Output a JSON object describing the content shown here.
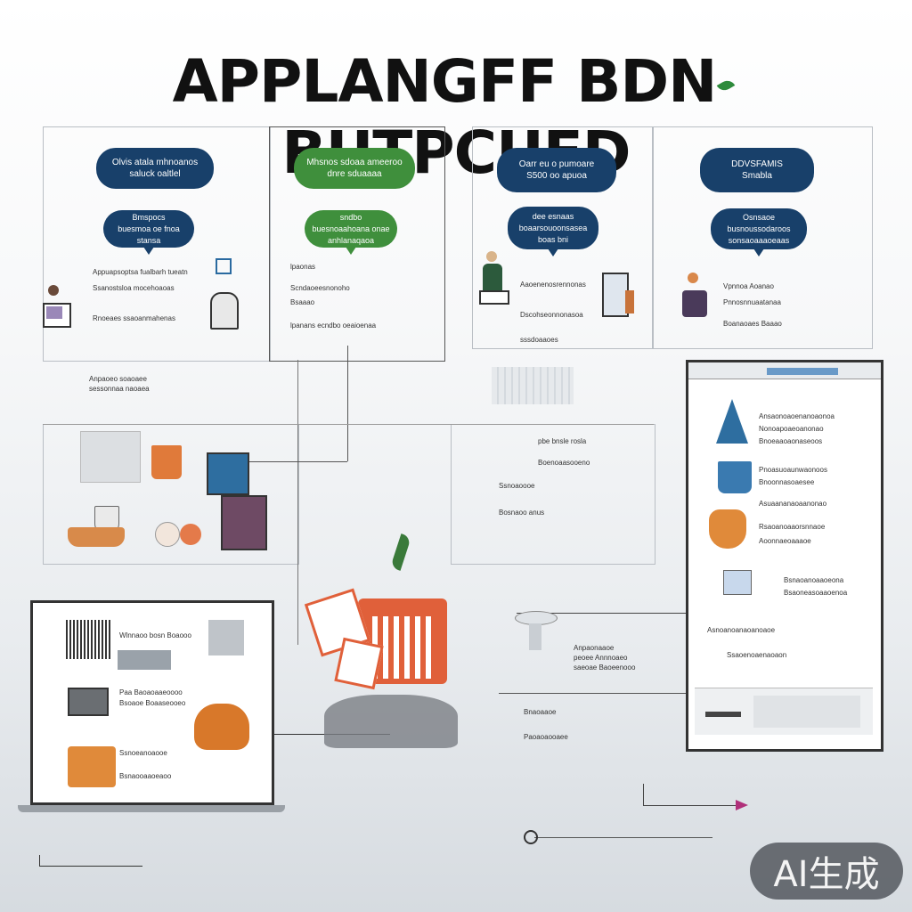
{
  "title": {
    "part1": "APPLANGFF BDN",
    "part2": "BUTPCUED"
  },
  "columns": [
    {
      "pill_top": "Olvis atala mhnoanos\nsaluck oaltlel",
      "pill_mid": "Bmspocs\nbuesmoa oe fnoa\nstansa",
      "lines": [
        "Appuapsoptsa fualbarh tueatn",
        "Ssanostsloa mocehoaoas",
        "Rnoeaes ssaoanmahenas"
      ]
    },
    {
      "pill_top": "Mhsnos sdoaa ameeroo\ndnre sduaaaa",
      "pill_mid": "sndbo\nbuesnoaahoana onae\nanhlanaqaoa",
      "lines": [
        "lpaonas",
        "Scndaoeesnonoho",
        "Bsaaao",
        "lpanans ecndbo oeaioenaa"
      ]
    },
    {
      "pill_top": "Oarr eu o pumoare\nS500 oo apuoa",
      "pill_mid": "dee esnaas\nboaarsouoonsasea\nboas bni",
      "lines": [
        "Aaoenenosrennonas",
        "Dscohseonnonasoa",
        "sssdoaaoes"
      ]
    },
    {
      "pill_top": "DDVSFAMIS\nSmabla",
      "pill_mid": "Osnsaoe\nbusnoussodaroos\nsonsaoaaaoeaas",
      "lines": [
        "Vpnnoa Aoanao",
        "Pnnosnnuaatanaa",
        "Boanaoaes Baaao"
      ]
    }
  ],
  "mid_left_caption": "Anpaoeo soaoaee\nsessonnaa naoaea",
  "mid_center_lines": [
    "pbe bnsle rosla",
    "Boenoaasooeno",
    "Ssnoaoooe",
    "Bosnaoo anus"
  ],
  "right_panel_lines": [
    "Ansaonoaoenanoaonoa",
    "Nonoapoaeoanonao",
    "Bnoeaaoaonaseoos",
    "Pnoasuoaunwaonoos",
    "Bnoonnasoaesee",
    "Asuaananaoaanonao",
    "Rsaoanoaaorsnnaoe",
    "Aoonnaeoaaaoe",
    "Bsnaoanoaaoeona",
    "Bsaoneasoaaoenoa",
    "Asnoanoanaoanoaoe",
    "Ssaoenoaenaoaon"
  ],
  "bottom_left_lines": [
    "Wlnnaoo bosn Boaooo",
    "Paa Baoaoaaeoooo",
    "Bsoaoe Boaaseooeo",
    "Ssnoeanoaooe",
    "Bsnaooaaoeaoo"
  ],
  "bottom_center_caption": "Anpaonaaoe\npeoee Annnoaeo\nsaeoae Baoeenooo",
  "bottom_center_lines": [
    "Bnaoaaoe",
    "Paoaoaooaee"
  ],
  "badge": "AI生成",
  "colors": {
    "navy": "#18406a",
    "green": "#3f8f3c",
    "orange": "#e06a3a",
    "accent": "#b0307a"
  }
}
